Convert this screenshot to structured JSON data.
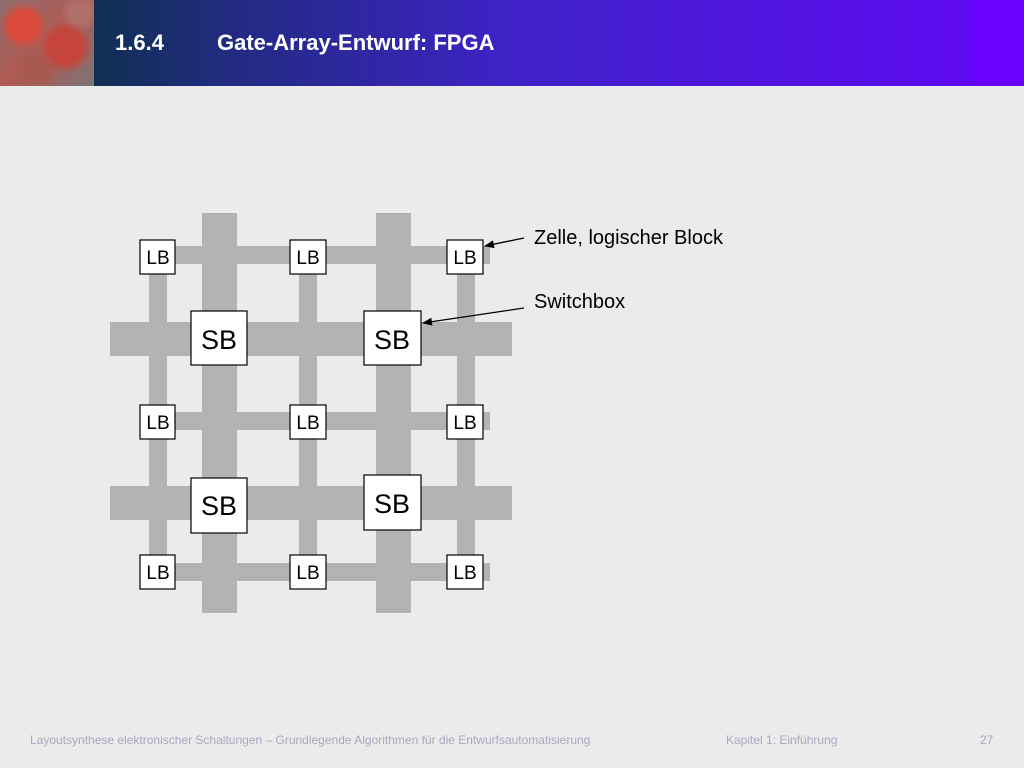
{
  "header": {
    "section_number": "1.6.4",
    "title": "Gate-Array-Entwurf: FPGA"
  },
  "diagram": {
    "logic_block_label": "LB",
    "switch_box_label": "SB",
    "annotations": {
      "cell": "Zelle, logischer Block",
      "switchbox": "Switchbox"
    },
    "colors": {
      "routing_channel": "#b3b3b3",
      "block_fill": "#ffffff",
      "block_stroke": "#000000"
    }
  },
  "footer": {
    "course": "Layoutsynthese elektronischer Schaltungen – Grundlegende Algorithmen für die Entwurfsautomatisierung",
    "chapter": "Kapitel 1: Einführung",
    "page": "27"
  }
}
